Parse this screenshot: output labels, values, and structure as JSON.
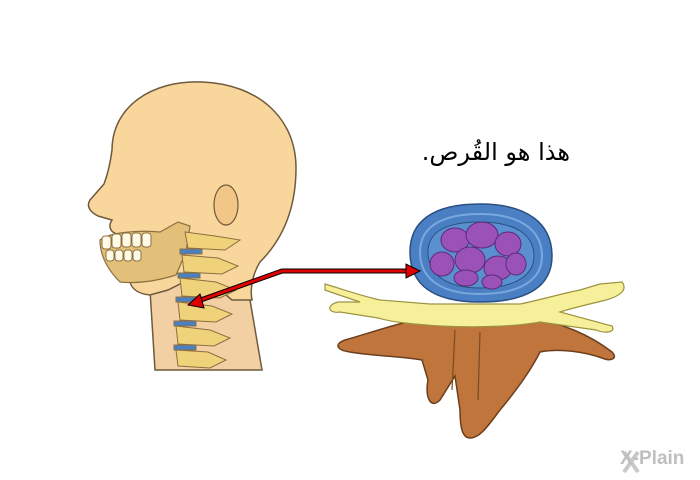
{
  "caption": "هذا هو القُرص.",
  "logo": "X-Plain",
  "colors": {
    "skin": "#f9d79c",
    "skin_outline": "#6e5a3c",
    "neck_shadow": "#f3cfa4",
    "jaw": "#e2c07a",
    "teeth": "#fffbe6",
    "vertebra": "#f0d27a",
    "disc_blue": "#4a7fc3",
    "disc_purple": "#9a52b8",
    "nerve": "#f7f09a",
    "bone_brown": "#c0753d",
    "arrow": "#e00000"
  },
  "icons": [
    "head-illustration",
    "spinal-disc-illustration",
    "pointer-arrow",
    "x-plain-logo"
  ]
}
